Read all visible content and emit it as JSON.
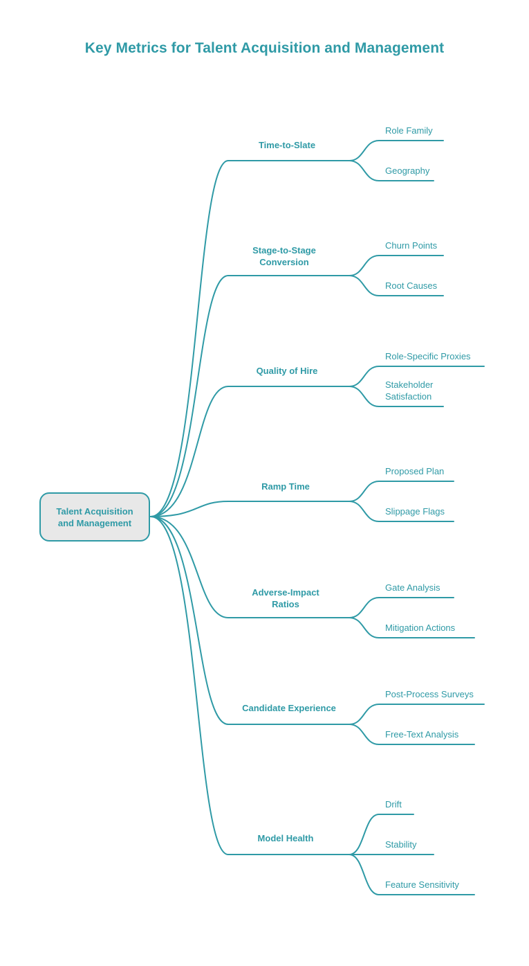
{
  "title": "Key Metrics for Talent Acquisition and Management",
  "root": {
    "label": "Talent Acquisition\nand Management"
  },
  "colors": {
    "accent": "#2f9aa6",
    "root_fill": "#e8e8e8"
  },
  "branches": [
    {
      "label": "Time-to-Slate",
      "children": [
        "Role Family",
        "Geography"
      ]
    },
    {
      "label": "Stage-to-Stage\nConversion",
      "children": [
        "Churn Points",
        "Root Causes"
      ]
    },
    {
      "label": "Quality of Hire",
      "children": [
        "Role-Specific Proxies",
        "Stakeholder\nSatisfaction"
      ]
    },
    {
      "label": "Ramp Time",
      "children": [
        "Proposed Plan",
        "Slippage Flags"
      ]
    },
    {
      "label": "Adverse-Impact\nRatios",
      "children": [
        "Gate Analysis",
        "Mitigation Actions"
      ]
    },
    {
      "label": "Candidate Experience",
      "children": [
        "Post-Process Surveys",
        "Free-Text Analysis"
      ]
    },
    {
      "label": "Model Health",
      "children": [
        "Drift",
        "Stability",
        "Feature Sensitivity"
      ]
    }
  ]
}
